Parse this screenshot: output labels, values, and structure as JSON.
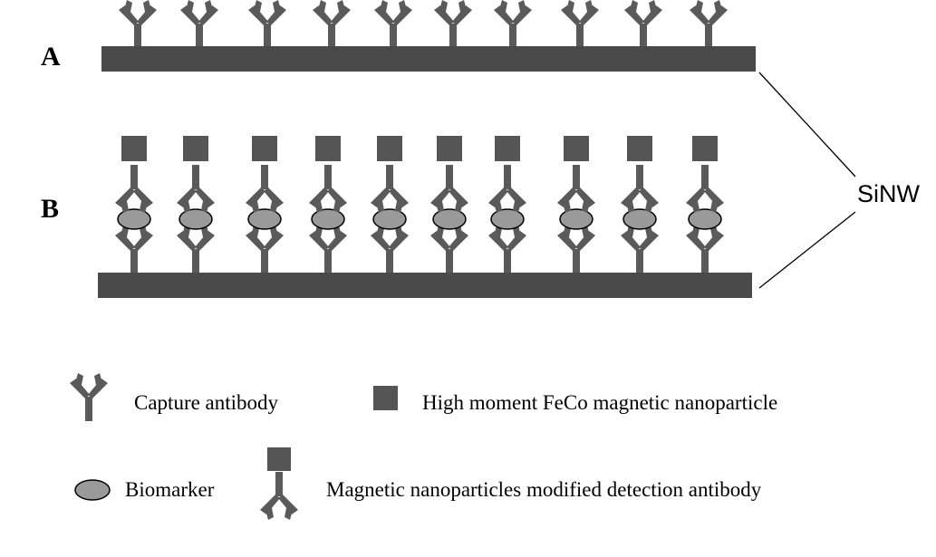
{
  "panels": {
    "a_label": "A",
    "b_label": "B"
  },
  "sinw_label": "SiNW",
  "legend": {
    "capture_antibody": "Capture antibody",
    "nanoparticle": "High moment FeCo magnetic nanoparticle",
    "biomarker": "Biomarker",
    "detection_antibody": "Magnetic nanoparticles modified detection antibody"
  },
  "colors": {
    "substrate": "#4a4a4a",
    "antibody": "#5a5a5a",
    "nanoparticle": "#555555",
    "biomarker": "#9a9a9a"
  }
}
